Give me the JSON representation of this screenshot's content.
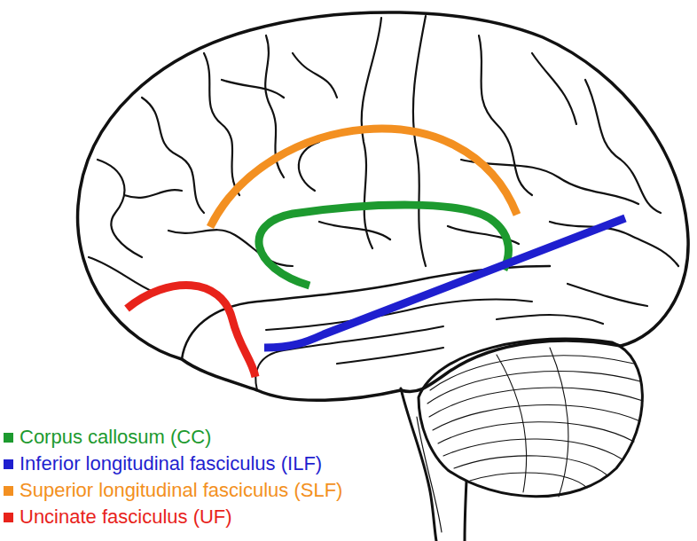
{
  "diagram": {
    "legend": [
      {
        "text": "Corpus callosum (CC)",
        "color": "#1d9a2f"
      },
      {
        "text": "Inferior longitudinal fasciculus (ILF)",
        "color": "#1f1fcf"
      },
      {
        "text": "Superior longitudinal fasciculus (SLF)",
        "color": "#f39021"
      },
      {
        "text": "Uncinate fasciculus (UF)",
        "color": "#e8231b"
      }
    ]
  }
}
